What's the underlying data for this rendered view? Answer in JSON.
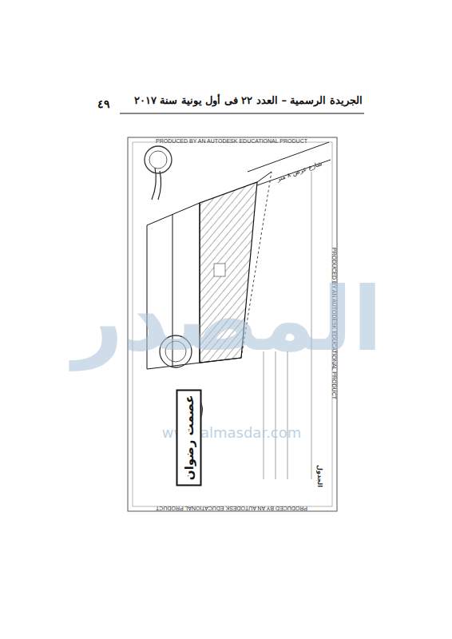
{
  "diagram": {
    "title": "الجريدة الرسمية – العدد ٢٢ فى أول يونية سنة ٢٠١٧",
    "nodes": [
      {
        "text": [
          "عصمت رضوان"
        ]
      }
    ],
    "labels": [
      "٤٩",
      "PRODUCED BY AN AUTODESK EDUCATIONAL PRODUCT",
      "PRODUCED BY AN AUTODESK EDUCATIONAL PRODUCT",
      "PRODUCED BY AN AUTODESK EDUCATIONAL PRODUCT",
      "شارع عرض ٨ متر",
      "الجدول",
      "المصدر",
      "www.almasdar.com"
    ]
  }
}
